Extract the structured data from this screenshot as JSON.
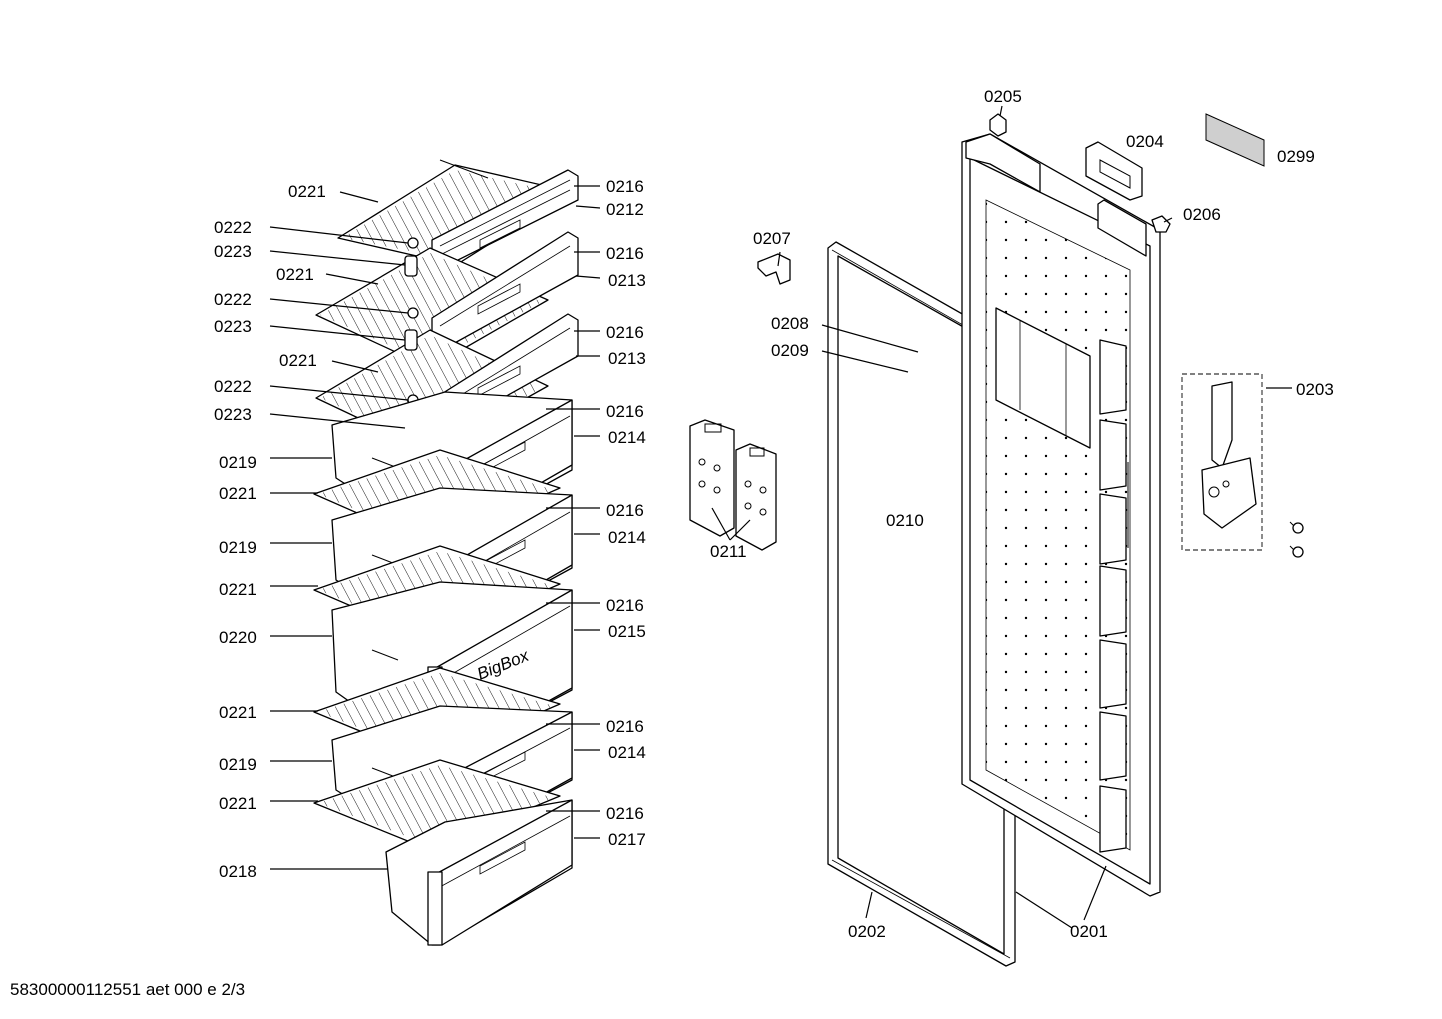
{
  "footer": "58300000112551 aet 000 e 2/3",
  "embossed_text": "BigBox",
  "callouts": {
    "c0221a": "0221",
    "c0222a": "0222",
    "c0223a": "0223",
    "c0221b": "0221",
    "c0222b": "0222",
    "c0223b": "0223",
    "c0221c": "0221",
    "c0222c": "0222",
    "c0223c": "0223",
    "c0219a": "0219",
    "c0221d": "0221",
    "c0219b": "0219",
    "c0221e": "0221",
    "c0220": "0220",
    "c0221f": "0221",
    "c0219c": "0219",
    "c0221g": "0221",
    "c0218": "0218",
    "c0216a": "0216",
    "c0212": "0212",
    "c0216b": "0216",
    "c0213a": "0213",
    "c0216c": "0216",
    "c0213b": "0213",
    "c0216d": "0216",
    "c0214a": "0214",
    "c0216e": "0216",
    "c0214b": "0214",
    "c0216f": "0216",
    "c0215": "0215",
    "c0216g": "0216",
    "c0214c": "0214",
    "c0216h": "0216",
    "c0217": "0217",
    "c0207": "0207",
    "c0208": "0208",
    "c0209": "0209",
    "c0210": "0210",
    "c0211": "0211",
    "c0202": "0202",
    "c0201": "0201",
    "c0205": "0205",
    "c0204": "0204",
    "c0206": "0206",
    "c0299": "0299",
    "c0203": "0203"
  }
}
